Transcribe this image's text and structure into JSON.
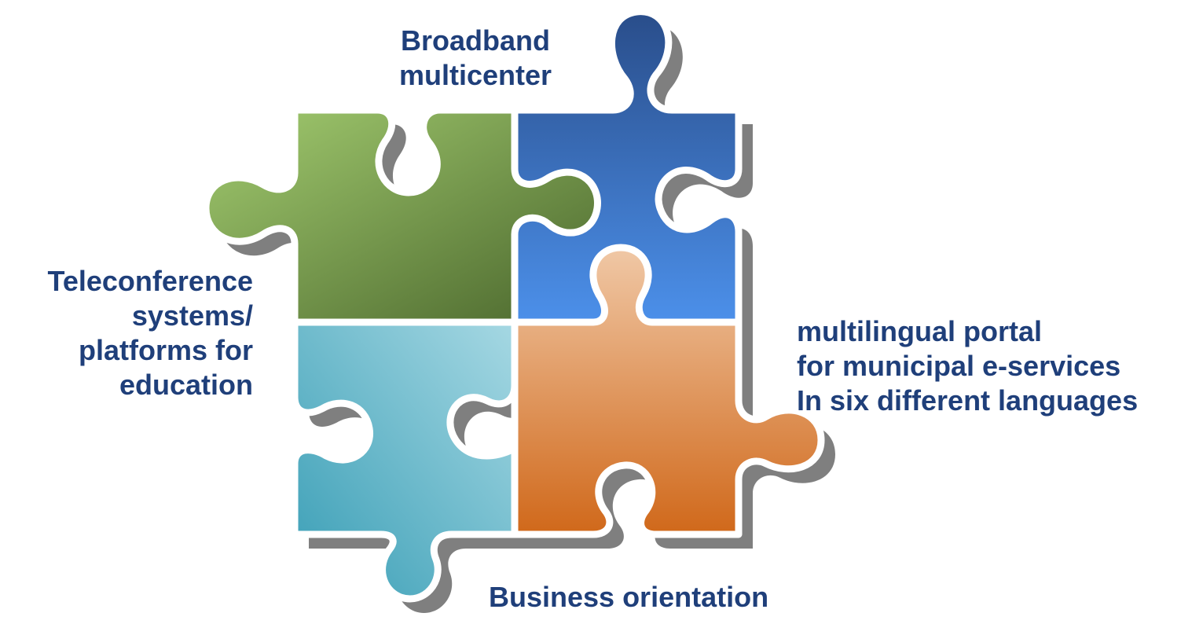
{
  "labels": {
    "top": [
      "Broadband",
      "multicenter"
    ],
    "left": [
      "Teleconference",
      "systems/",
      "platforms for",
      "education"
    ],
    "right": [
      "multilingual portal",
      "for municipal e-services",
      "In six different languages"
    ],
    "bottom": [
      "Business orientation"
    ]
  },
  "colors": {
    "text": "#1f3f7a",
    "green_piece": [
      "#9cc56a",
      "#4d6b2e"
    ],
    "blue_piece": [
      "#2a4f8c",
      "#4b8ee6"
    ],
    "teal_piece": [
      "#9dd4e0",
      "#3aa0b8"
    ],
    "orange_piece": [
      "#eec3a0",
      "#d06a1a"
    ],
    "shadow": "#808080",
    "outline": "#ffffff"
  }
}
